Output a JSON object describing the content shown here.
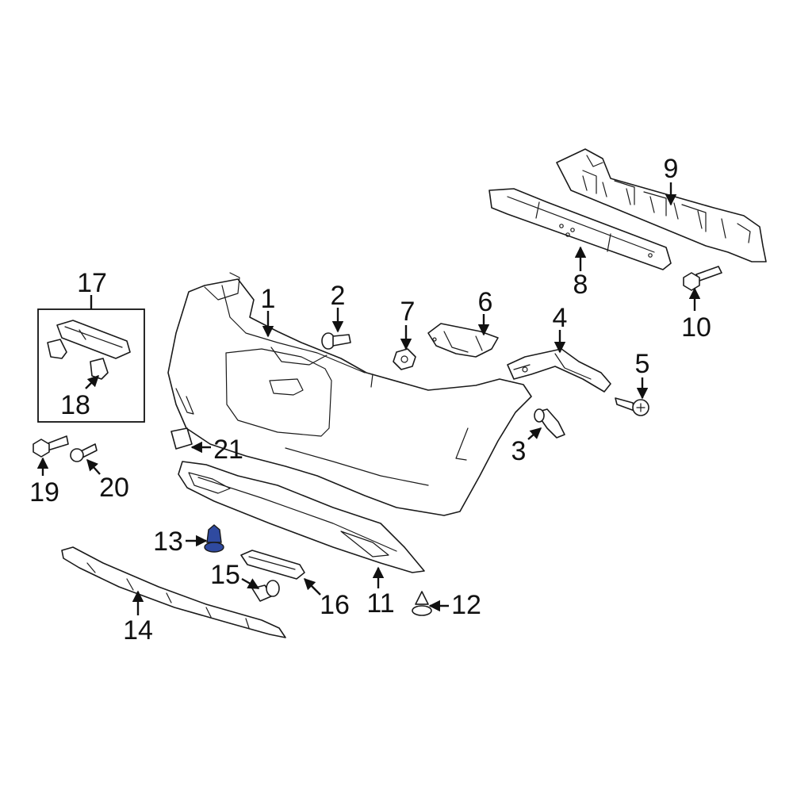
{
  "highlight_color": "#2f4aa0",
  "callouts": [
    "1",
    "2",
    "3",
    "4",
    "5",
    "6",
    "7",
    "8",
    "9",
    "10",
    "11",
    "12",
    "13",
    "14",
    "15",
    "16",
    "17",
    "18",
    "19",
    "20",
    "21"
  ],
  "highlighted_part": "13"
}
